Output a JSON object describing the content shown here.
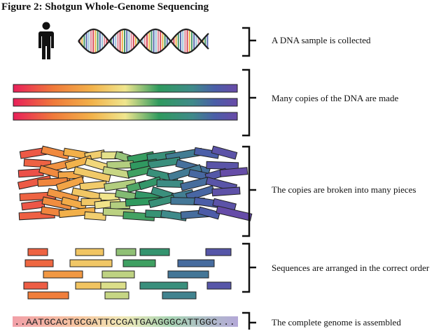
{
  "title": "Figure 2: Shotgun Whole-Genome Sequencing",
  "steps": [
    {
      "label": "A DNA sample is collected"
    },
    {
      "label": "Many copies of the DNA are made"
    },
    {
      "label": "The copies are broken into many pieces"
    },
    {
      "label": "Sequences are arranged in the correct order"
    },
    {
      "label": "The complete genome is assembled"
    }
  ],
  "genome_sequence": "..AATGCACTGCGATTCCGATGAAGGGCATTGGC...",
  "icons": [
    "person-icon",
    "dna-double-helix-icon"
  ],
  "colors": {
    "spectrum": [
      "#e8205a",
      "#f07a3a",
      "#f2b24a",
      "#f0e68e",
      "#2f9a5e",
      "#3f8a8a",
      "#4a5ea8",
      "#6a4aa8"
    ],
    "bracket": "#111111"
  }
}
